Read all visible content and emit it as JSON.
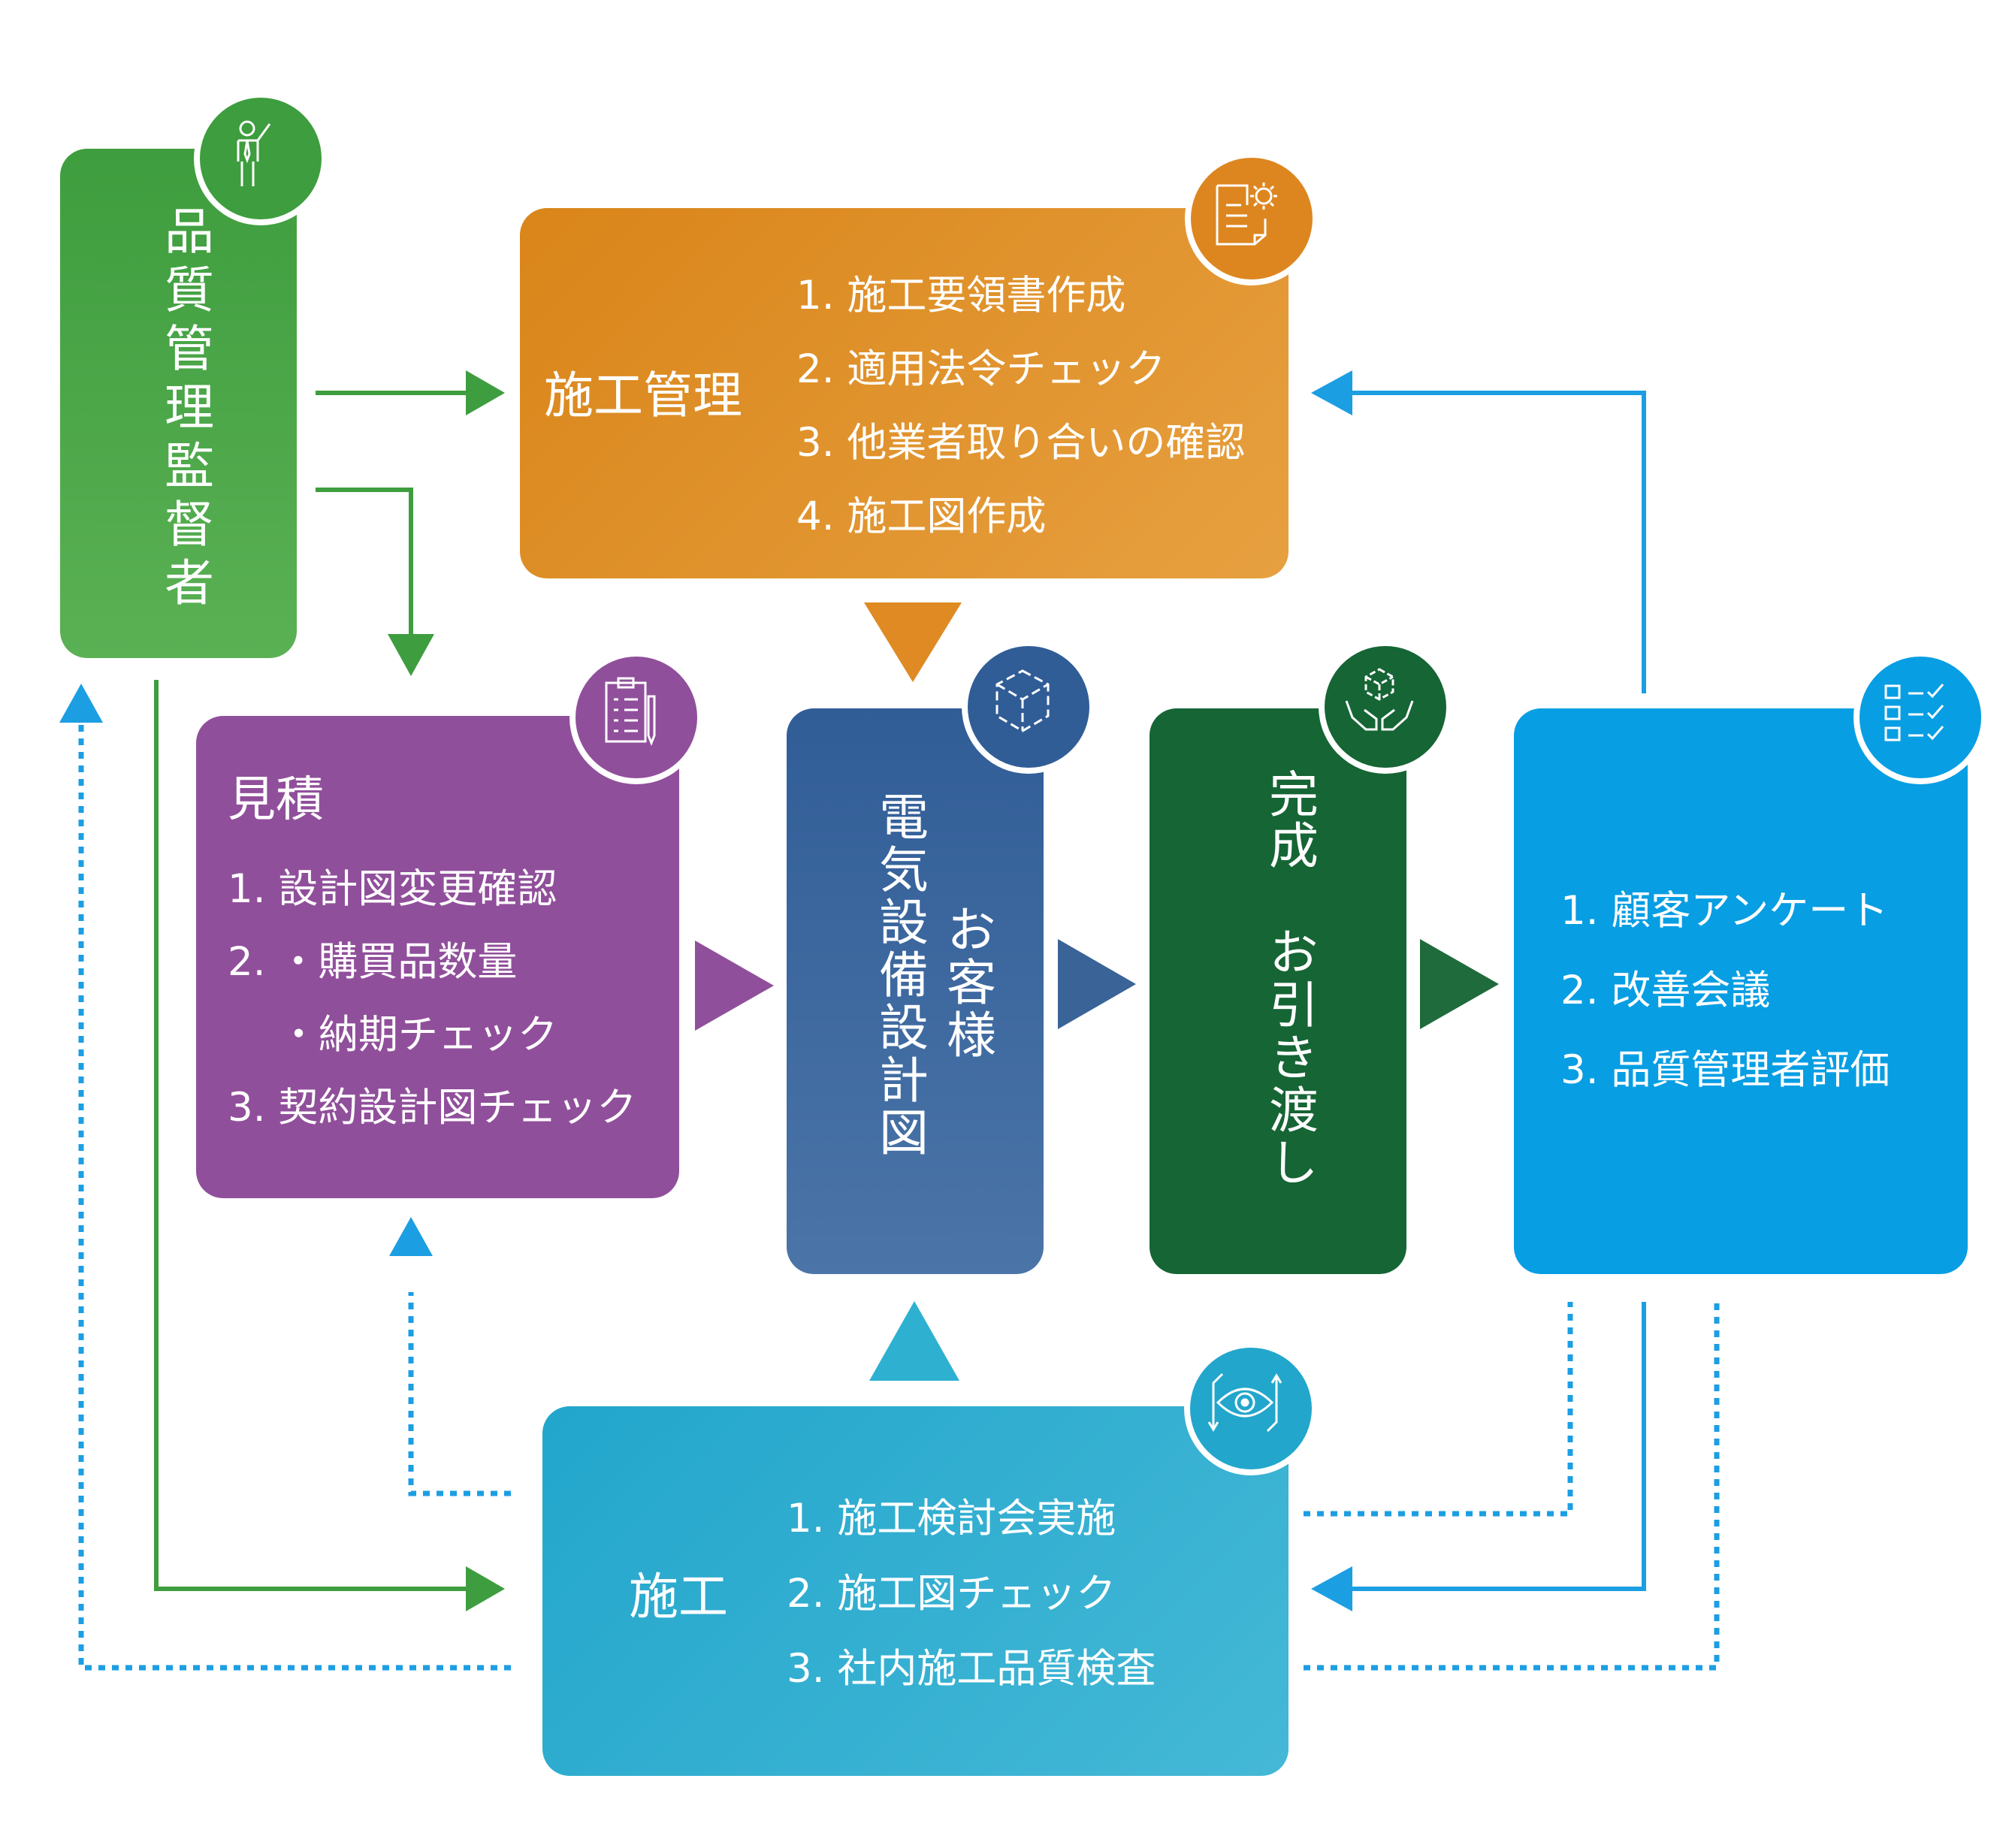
{
  "colors": {
    "green": "#4aa446",
    "orange": "#df8a23",
    "purple": "#904f9b",
    "navy": "#3a6398",
    "darkgreen": "#166535",
    "blue": "#079ee3",
    "teal": "#2eb1d1",
    "arrow_green": "#3e9d3e",
    "arrow_blue": "#1c9ee3"
  },
  "quality_supervisor": {
    "label": "品質管理監督者",
    "icon": "person-icon"
  },
  "construction_management": {
    "title": "施工管理",
    "icon": "document-gear-icon",
    "items": [
      "1.  施工要領書作成",
      "2.  適用法令チェック",
      "3.  他業者取り合いの確認",
      "4.  施工図作成"
    ]
  },
  "estimate": {
    "title": "見積",
    "icon": "clipboard-icon",
    "items": [
      "1.  設計図変更確認",
      "2.  ・購買品数量",
      "・納期チェック",
      "3.  契約設計図チェック"
    ]
  },
  "customer": {
    "line1": "お客様",
    "line2": "電気設備設計図",
    "icon": "cube-icon"
  },
  "completion": {
    "line1": "完成",
    "line2": "お引き渡し",
    "icon": "hands-cube-icon"
  },
  "evaluation": {
    "icon": "checklist-icon",
    "items": [
      "1.  顧客アンケート",
      "2.  改善会議",
      "3.  品質管理者評価"
    ]
  },
  "construction": {
    "title": "施工",
    "icon": "eye-cycle-icon",
    "items": [
      "1.  施工検討会実施",
      "2.  施工図チェック",
      "3.  社内施工品質検査"
    ]
  }
}
